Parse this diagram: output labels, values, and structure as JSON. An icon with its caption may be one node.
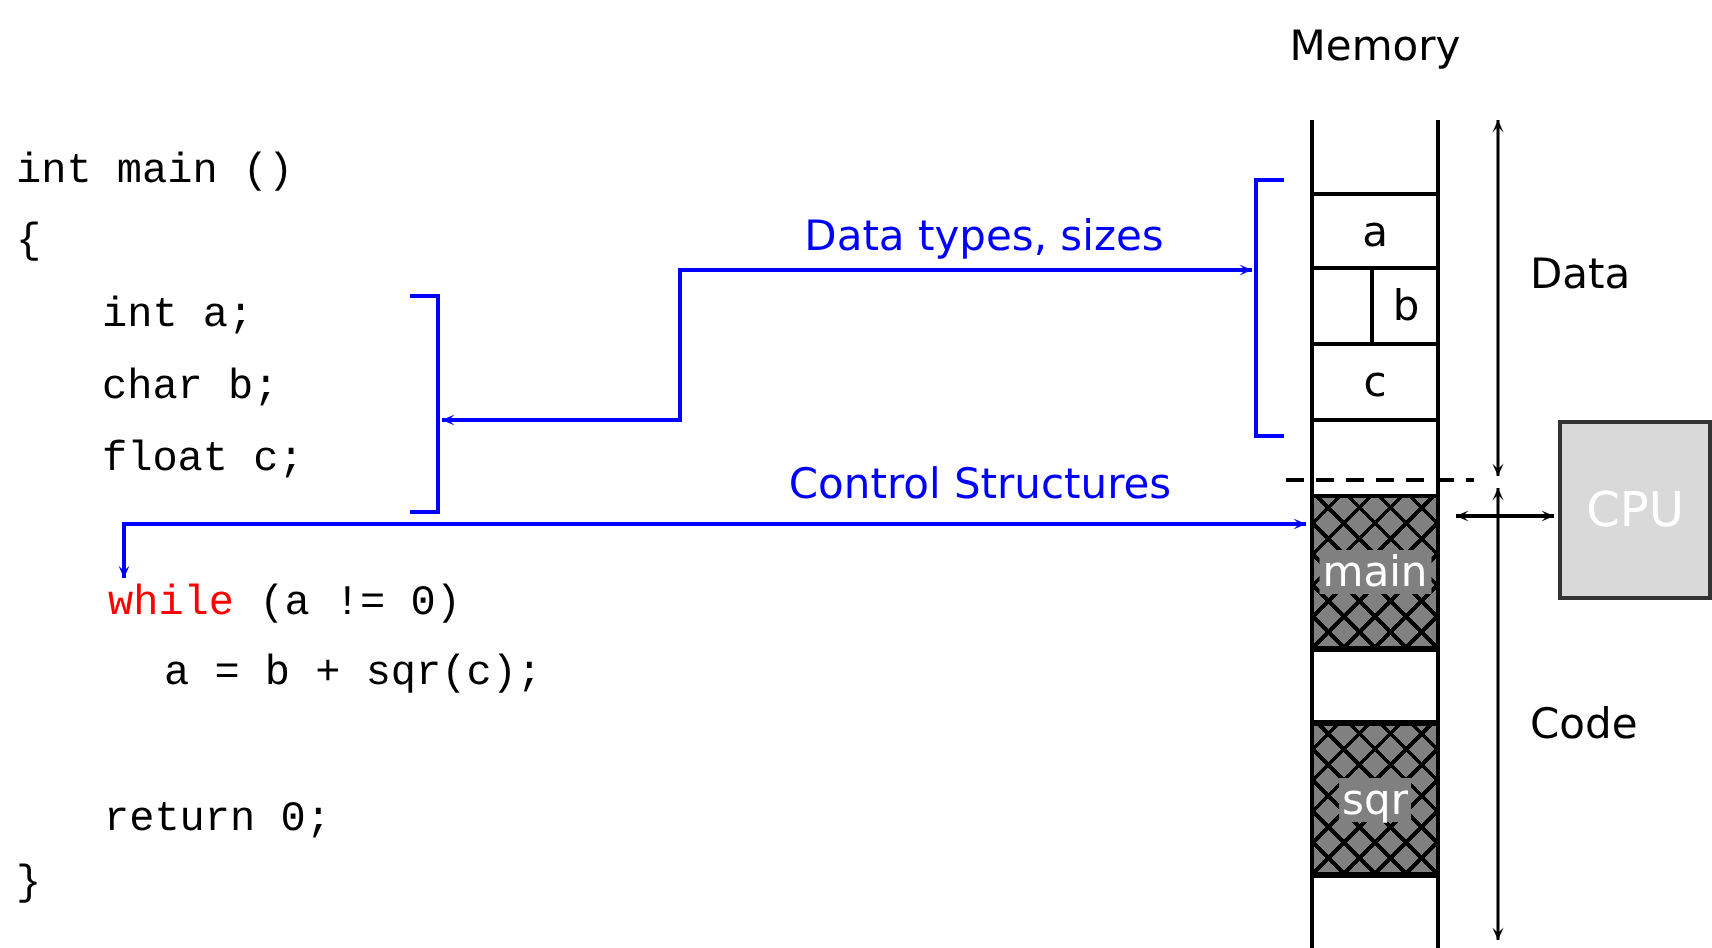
{
  "diagram": {
    "nodes": [
      {
        "text": [
          "Memory"
        ]
      },
      {
        "text": [
          "a"
        ],
        "in": 0
      },
      {
        "text": [
          "b"
        ],
        "in": 0
      },
      {
        "text": [
          "c"
        ],
        "in": 0
      },
      {
        "text": [
          "main"
        ],
        "in": 0
      },
      {
        "text": [
          "sqr"
        ],
        "in": 0
      },
      {
        "text": [],
        "shape": "bracket"
      },
      {
        "text": [
          "CPU"
        ]
      },
      {
        "text": [
          "int a;",
          "char b;",
          "float c;"
        ]
      },
      {
        "text": [
          "while (a != 0)"
        ]
      }
    ],
    "edges": [
      {
        "from": 8,
        "to": 6,
        "arrow": "both",
        "label": "Data types, sizes"
      },
      {
        "from": 9,
        "to": 4,
        "arrow": "both",
        "label": "Control Structures"
      },
      {
        "from": 0,
        "to": 7,
        "arrow": "both",
        "color": "#000000"
      }
    ],
    "labels": [
      "int main ()",
      "{",
      "a = b + sqr(c);",
      "return 0;",
      "}",
      "Data",
      "Code"
    ]
  }
}
